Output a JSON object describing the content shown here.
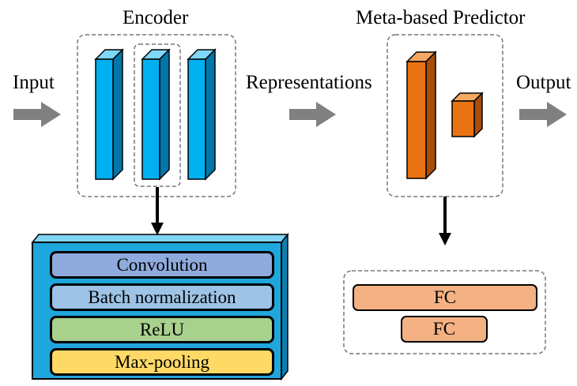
{
  "labels": {
    "encoder": "Encoder",
    "predictor": "Meta-based Predictor",
    "input": "Input",
    "representations": "Representations",
    "output": "Output"
  },
  "encoder_block_layers": [
    "Convolution",
    "Batch normalization",
    "ReLU",
    "Max-pooling"
  ],
  "predictor_layers": [
    "FC",
    "FC"
  ],
  "colors": {
    "encoder_bar": "#00b0f0",
    "predictor_bar": "#e97313",
    "block_bg": "#1fa6dd",
    "convolution": "#8faadc",
    "batch_norm": "#9dc3e6",
    "relu": "#a9d18e",
    "maxpool": "#ffd966",
    "fc": "#f4b183",
    "arrow": "#808080"
  }
}
